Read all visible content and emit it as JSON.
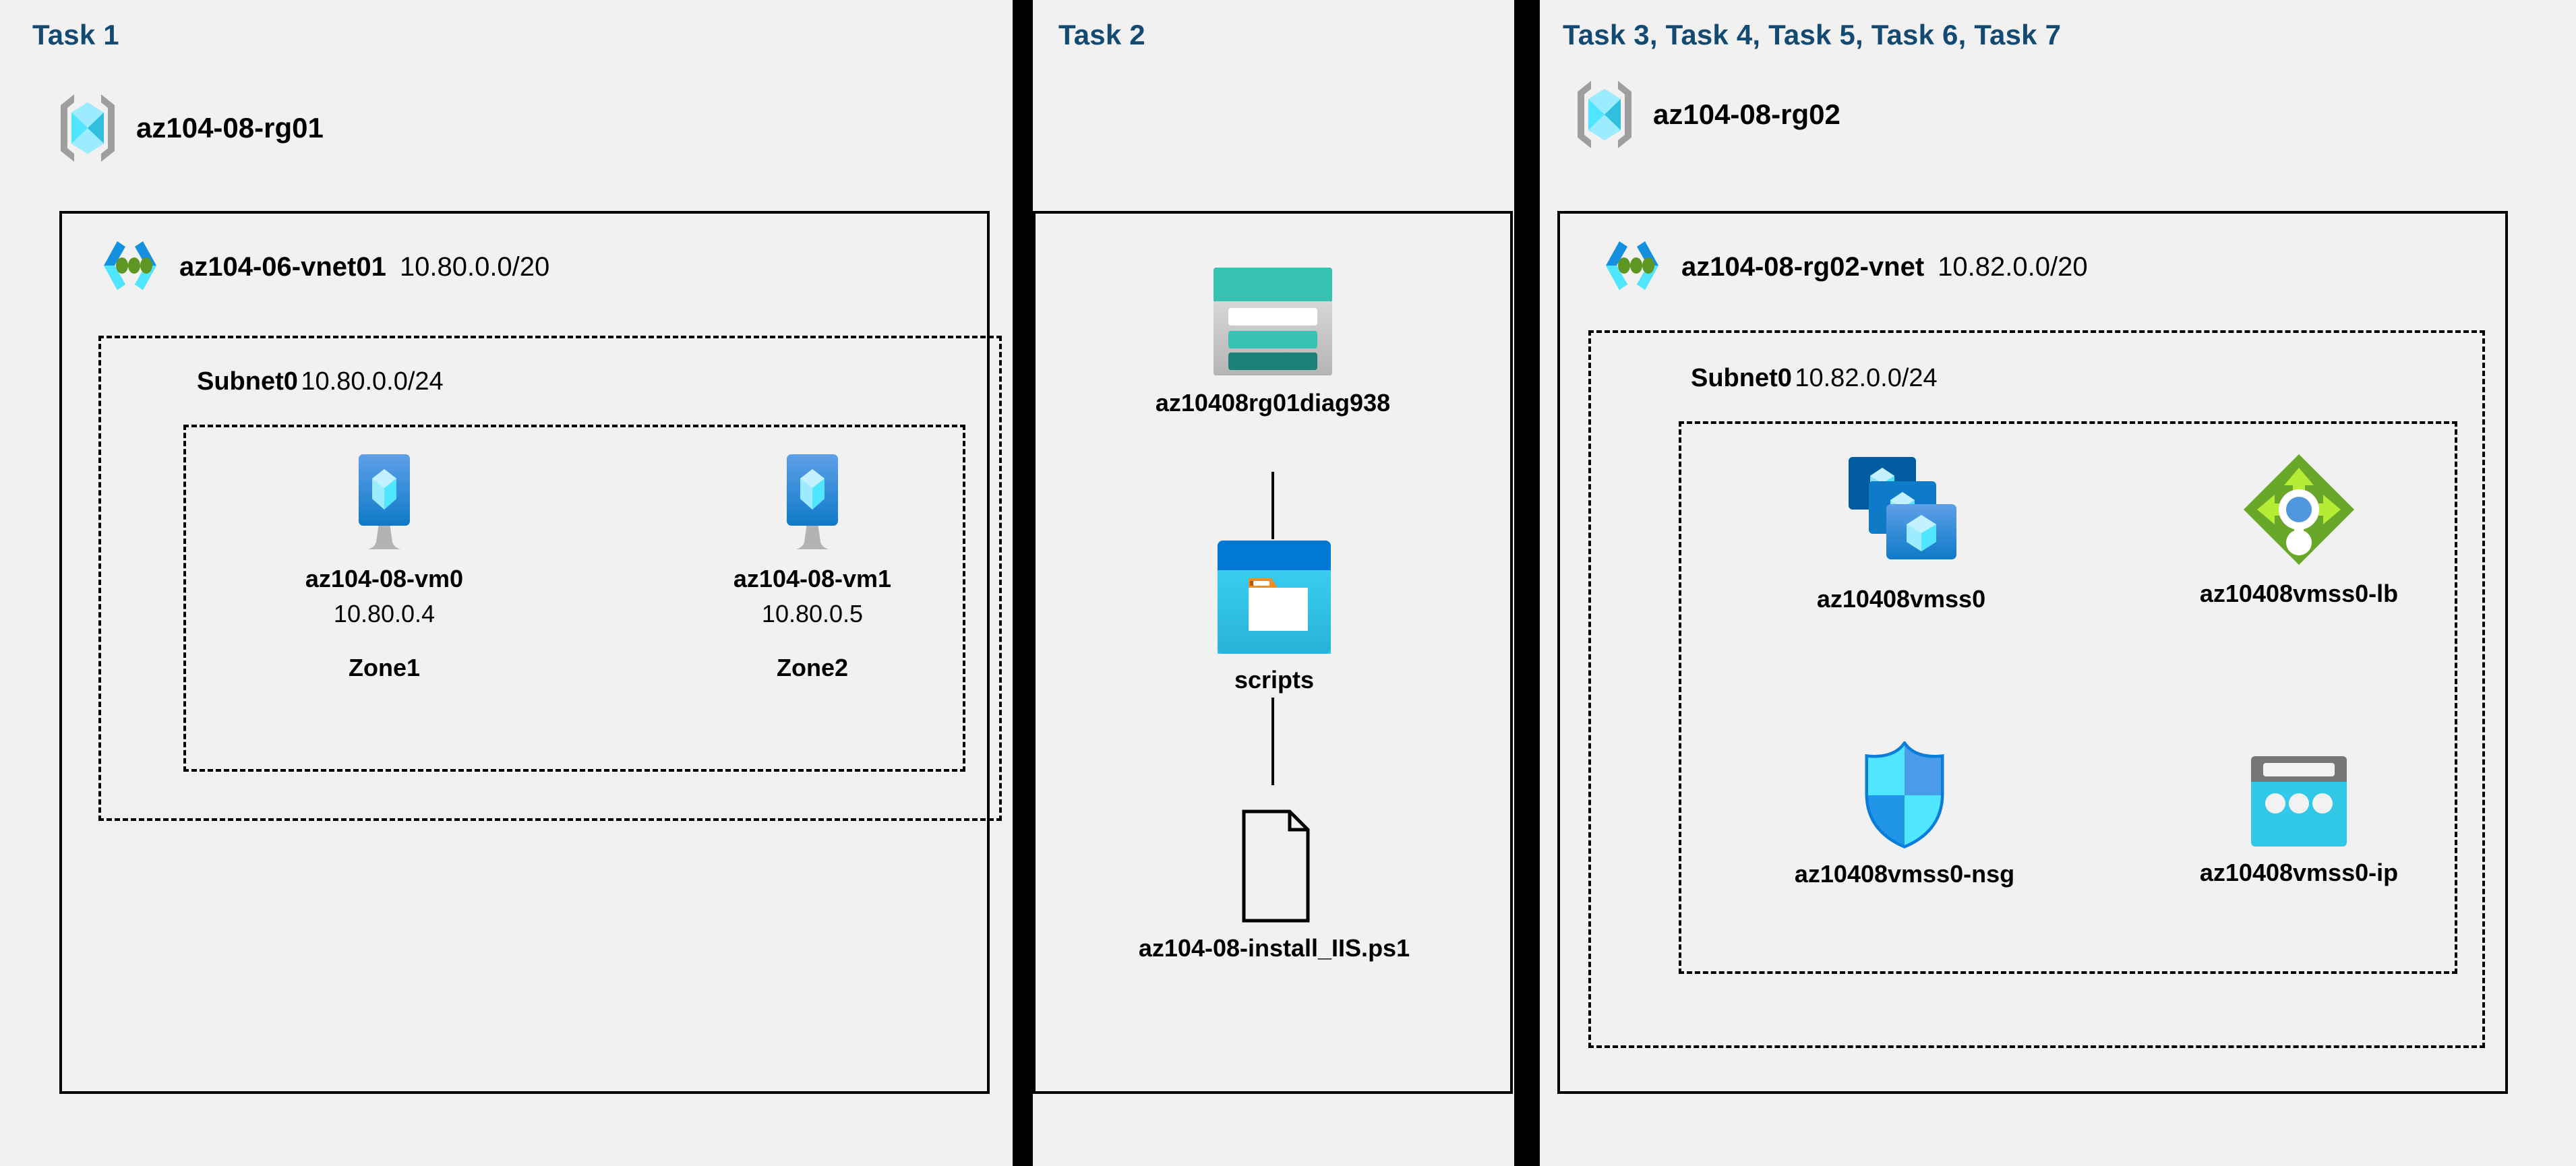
{
  "diagram": {
    "background_color": "#f1f1f1",
    "accent_title_color": "#134a72",
    "line_color": "#000000"
  },
  "columns": [
    {
      "id": "task1",
      "title": "Task 1",
      "resource_group": {
        "name": "az104-08-rg01",
        "icon": "resource-group-icon"
      },
      "vnet": {
        "name": "az104-06-vnet01",
        "cidr": "10.80.0.0/20",
        "icon": "virtual-network-icon"
      },
      "subnet": {
        "name": "Subnet0",
        "cidr": "10.80.0.0/24"
      },
      "vms": [
        {
          "icon": "virtual-machine-icon",
          "name": "az104-08-vm0",
          "ip": "10.80.0.4",
          "zone": "Zone1"
        },
        {
          "icon": "virtual-machine-icon",
          "name": "az104-08-vm1",
          "ip": "10.80.0.5",
          "zone": "Zone2"
        }
      ]
    },
    {
      "id": "task2",
      "title": "Task 2",
      "nodes": [
        {
          "icon": "storage-account-icon",
          "name": "az10408rg01diag938"
        },
        {
          "icon": "blob-container-icon",
          "name": "scripts"
        },
        {
          "icon": "script-file-icon",
          "name": "az104-08-install_IIS.ps1"
        }
      ]
    },
    {
      "id": "task3",
      "title": "Task 3, Task 4, Task 5, Task 6, Task 7",
      "resource_group": {
        "name": "az104-08-rg02",
        "icon": "resource-group-icon"
      },
      "vnet": {
        "name": "az104-08-rg02-vnet",
        "cidr": "10.82.0.0/20",
        "icon": "virtual-network-icon"
      },
      "subnet": {
        "name": "Subnet0",
        "cidr": "10.82.0.0/24"
      },
      "resources": [
        {
          "icon": "vm-scale-set-icon",
          "name": "az10408vmss0"
        },
        {
          "icon": "load-balancer-icon",
          "name": "az10408vmss0-lb"
        },
        {
          "icon": "network-security-group-icon",
          "name": "az10408vmss0-nsg"
        },
        {
          "icon": "public-ip-address-icon",
          "name": "az10408vmss0-ip"
        }
      ]
    }
  ]
}
